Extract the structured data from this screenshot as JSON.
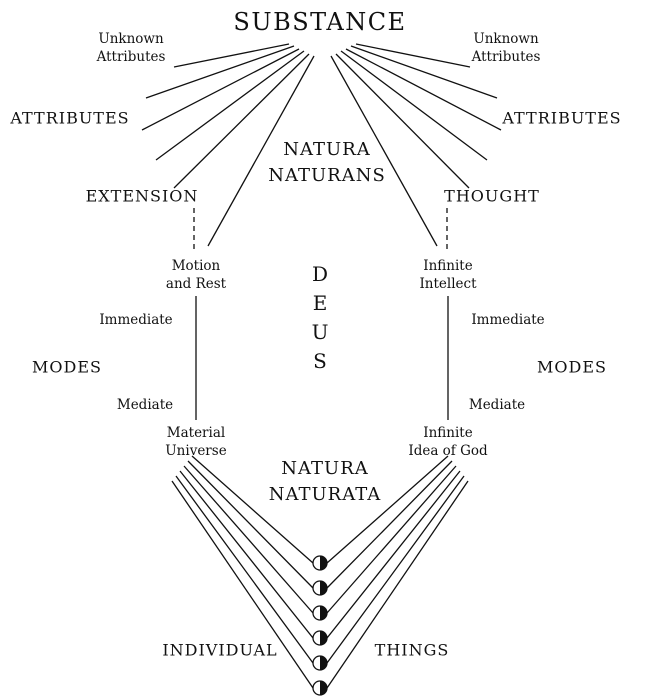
{
  "diagram": {
    "substance": "SUBSTANCE",
    "natura_naturans": {
      "line1": "NATURA",
      "line2": "NATURANS"
    },
    "natura_naturata": {
      "line1": "NATURA",
      "line2": "NATURATA"
    },
    "deus": {
      "l1": "D",
      "l2": "E",
      "l3": "U",
      "l4": "S"
    },
    "individual_things": {
      "left": "INDIVIDUAL",
      "right": "THINGS"
    },
    "left": {
      "unknown_attributes": {
        "line1": "Unknown",
        "line2": "Attributes"
      },
      "attributes": "ATTRIBUTES",
      "named_attribute": "EXTENSION",
      "immediate_infinite_mode": {
        "line1": "Motion",
        "line2": "and Rest"
      },
      "immediate": "Immediate",
      "modes": "MODES",
      "mediate": "Mediate",
      "mediate_infinite_mode": {
        "line1": "Material",
        "line2": "Universe"
      }
    },
    "right": {
      "unknown_attributes": {
        "line1": "Unknown",
        "line2": "Attributes"
      },
      "attributes": "ATTRIBUTES",
      "named_attribute": "THOUGHT",
      "immediate_infinite_mode": {
        "line1": "Infinite",
        "line2": "Intellect"
      },
      "immediate": "Immediate",
      "modes": "MODES",
      "mediate": "Mediate",
      "mediate_infinite_mode": {
        "line1": "Infinite",
        "line2": "Idea of God"
      }
    },
    "colors": {
      "ink": "#111111",
      "background": "#ffffff"
    }
  }
}
